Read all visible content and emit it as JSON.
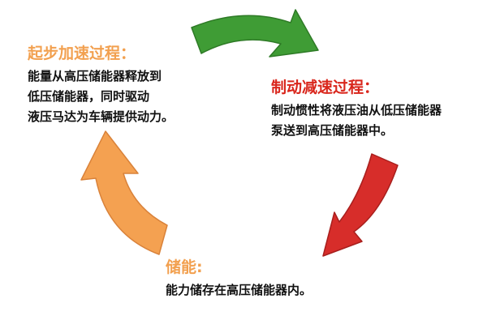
{
  "colors": {
    "green": "#3f9c35",
    "green_edge": "#2e7a26",
    "red": "#d72d2a",
    "red_edge": "#a81f1d",
    "orange": "#f4a151",
    "orange_edge": "#d9823a",
    "start_title": "#f2a04f",
    "brake_title": "#d9261c",
    "store_title": "#f2a04f",
    "text": "#111111"
  },
  "start_phase": {
    "title": "起步加速过程：",
    "lines": [
      "能量从高压储能器释放到",
      "低压储能器，同时驱动",
      "液压马达为车辆提供动力。"
    ]
  },
  "brake_phase": {
    "title": "制动减速过程：",
    "lines": [
      "制动惯性将液压油从低压储能器",
      "泵送到高压储能器中。"
    ]
  },
  "store_phase": {
    "title": "储能:",
    "lines": [
      "能力储存在高压储能器内。"
    ]
  }
}
